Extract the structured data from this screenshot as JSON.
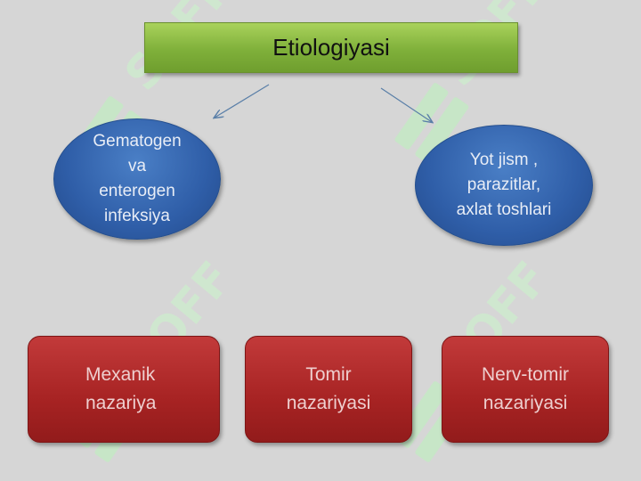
{
  "title": "Etiologiyasi",
  "causes": [
    {
      "label": "Gematogen\nva\nenterogen\ninfeksiya"
    },
    {
      "label": "Yot jism ,\nparazitlar,\naxlat toshlari"
    }
  ],
  "theories": [
    {
      "label": "Mexanik\nnazariya"
    },
    {
      "label": "Tomir\nnazariyasi"
    },
    {
      "label": "Nerv-tomir\nnazariyasi"
    }
  ],
  "watermark": "SOFF",
  "colors": {
    "background": "#d6d6d6",
    "title_box": "#8cbf44",
    "ellipse": "#2f5ea8",
    "red_box": "#a72323",
    "arrow": "#5a7fa8",
    "watermark": "#c9ecc9"
  }
}
